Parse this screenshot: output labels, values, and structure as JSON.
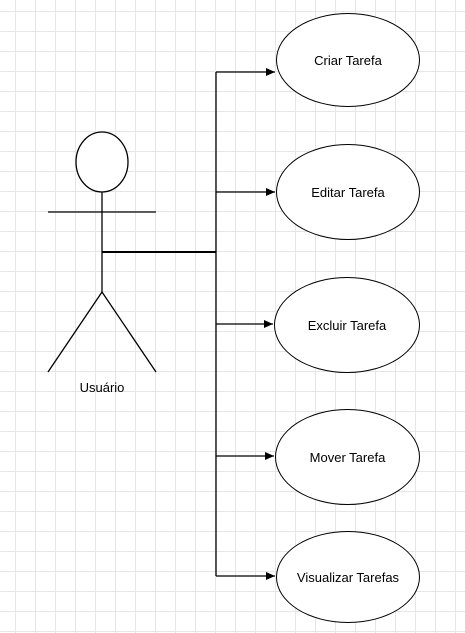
{
  "actor": {
    "label": "Usuário"
  },
  "use_cases": [
    {
      "label": "Criar Tarefa"
    },
    {
      "label": "Editar Tarefa"
    },
    {
      "label": "Excluir Tarefa"
    },
    {
      "label": "Mover Tarefa"
    },
    {
      "label": "Visualizar Tarefas"
    }
  ],
  "colors": {
    "line": "#000000",
    "grid": "#e6e6e6",
    "background": "#ffffff"
  }
}
